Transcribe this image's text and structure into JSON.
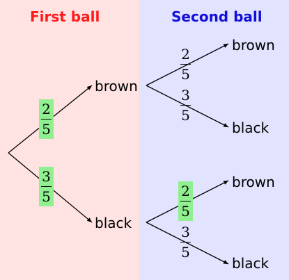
{
  "colors": {
    "left_panel_bg": "#ffe3e3",
    "right_panel_bg": "#e2e3ff",
    "first_heading": "#ff1a1a",
    "second_heading": "#1010d8",
    "highlight": "#90f090"
  },
  "headings": {
    "first": "First ball",
    "second": "Second ball"
  },
  "first_stage": {
    "top": {
      "label": "brown",
      "numerator": "2",
      "denominator": "5",
      "highlighted": true
    },
    "bottom": {
      "label": "black",
      "numerator": "3",
      "denominator": "5",
      "highlighted": true
    }
  },
  "second_stage": {
    "after_brown": {
      "upper": {
        "label": "brown",
        "numerator": "2",
        "denominator": "5",
        "highlighted": false
      },
      "lower": {
        "label": "black",
        "numerator": "3",
        "denominator": "5",
        "highlighted": false
      }
    },
    "after_black": {
      "upper": {
        "label": "brown",
        "numerator": "2",
        "denominator": "5",
        "highlighted": true
      },
      "lower": {
        "label": "black",
        "numerator": "3",
        "denominator": "5",
        "highlighted": false
      }
    }
  }
}
